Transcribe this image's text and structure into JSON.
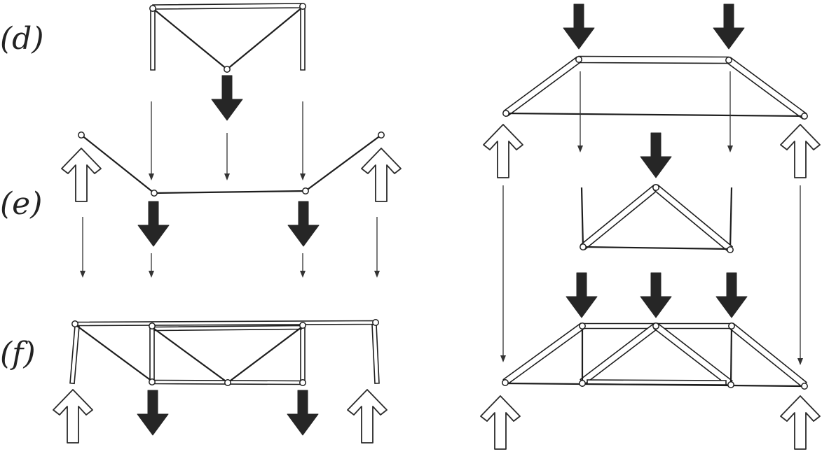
{
  "labels": {
    "d": "(d)",
    "e": "(e)",
    "f": "(f)"
  }
}
